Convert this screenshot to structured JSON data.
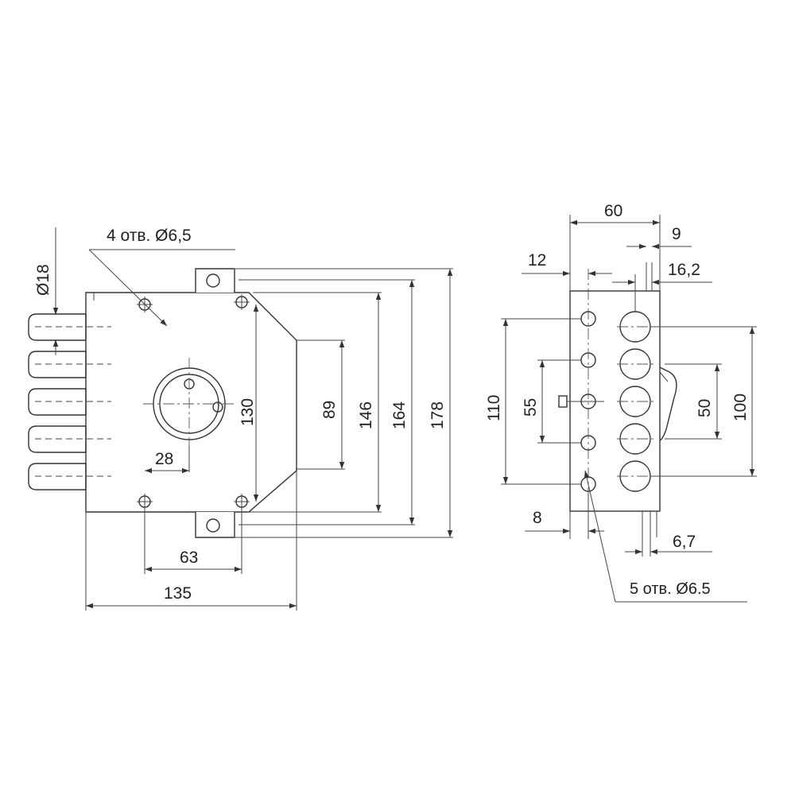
{
  "front_view": {
    "dimensions": {
      "width_135": "135",
      "hole_spacing_63": "63",
      "key_offset_28": "28",
      "holes_vertical_130": "130",
      "slope_89": "89",
      "height_146": "146",
      "height_164": "164",
      "height_178": "178",
      "bolt_diameter": "Ø18"
    },
    "note_holes": "4 отв. Ø6,5"
  },
  "side_view": {
    "dimensions": {
      "width_60": "60",
      "offset_9": "9",
      "offset_12": "12",
      "offset_16_2": "16,2",
      "height_110": "110",
      "spacing_55": "55",
      "spacing_50": "50",
      "height_100": "100",
      "offset_8": "8",
      "offset_6_7": "6,7"
    },
    "note_holes": "5 отв. Ø6.5"
  }
}
